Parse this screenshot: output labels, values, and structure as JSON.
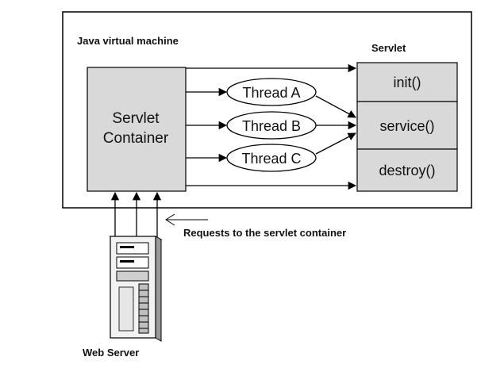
{
  "diagram": {
    "jvm_label": "Java virtual machine",
    "container_label_line1": "Servlet",
    "container_label_line2": "Container",
    "servlet_label": "Servlet",
    "threads": [
      "Thread A",
      "Thread B",
      "Thread C"
    ],
    "servlet_methods": [
      "init()",
      "service()",
      "destroy()"
    ],
    "requests_label": "Requests to the servlet container",
    "web_server_label": "Web Server"
  },
  "colors": {
    "box_fill": "#d9d9d9",
    "stroke": "#000000"
  },
  "icons": {
    "server": "server-tower-icon"
  }
}
